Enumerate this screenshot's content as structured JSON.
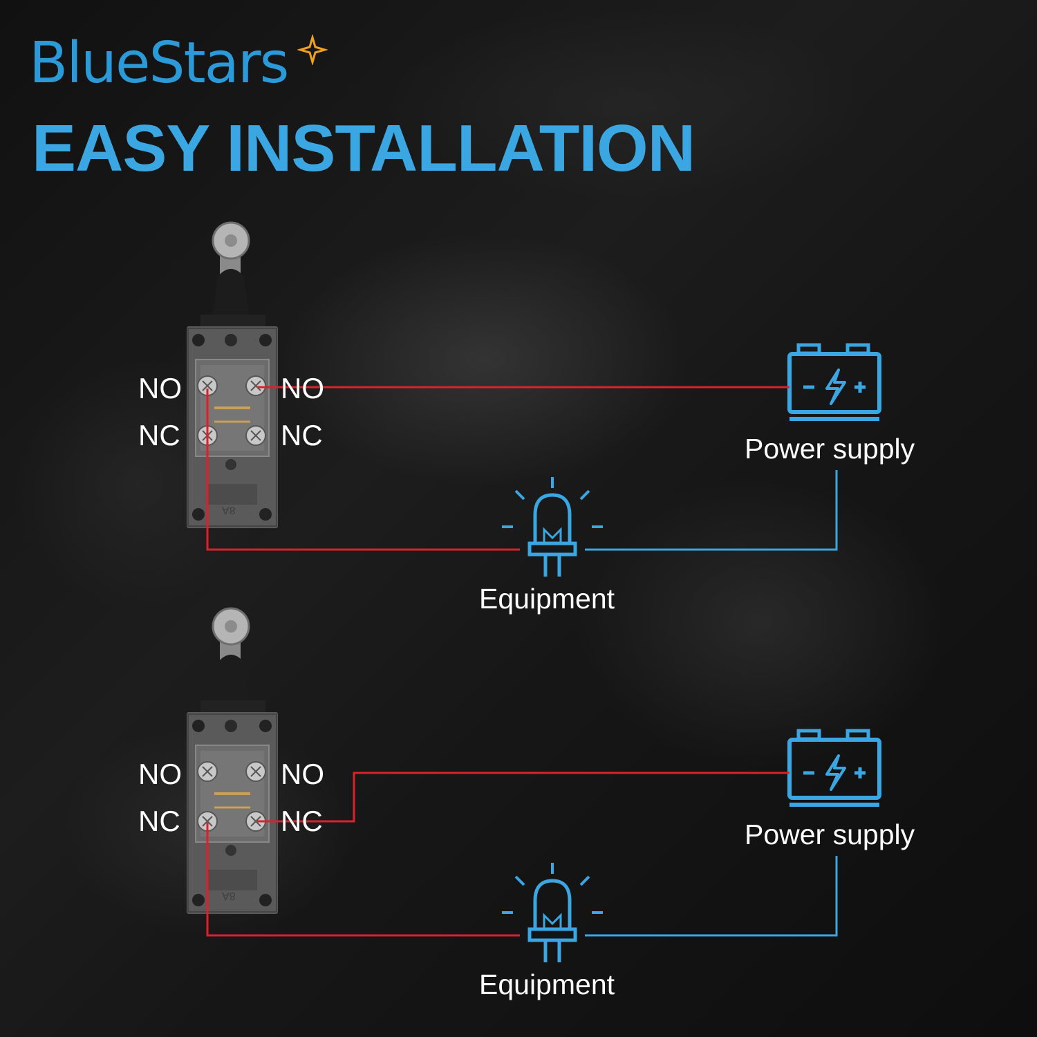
{
  "brand": {
    "name": "BlueStars"
  },
  "heading": "EASY INSTALLATION",
  "diagrams": [
    {
      "terminals": {
        "left_top": "NO",
        "left_bottom": "NC",
        "right_top": "NO",
        "right_bottom": "NC"
      },
      "power_label": "Power supply",
      "equipment_label": "Equipment",
      "switch_marking": "8A"
    },
    {
      "terminals": {
        "left_top": "NO",
        "left_bottom": "NC",
        "right_top": "NO",
        "right_bottom": "NC"
      },
      "power_label": "Power supply",
      "equipment_label": "Equipment",
      "switch_marking": "8A"
    }
  ],
  "colors": {
    "brand_blue": "#2b9ad8",
    "icon_blue": "#3aa6e2",
    "wire_red": "#d8232a",
    "wire_blue": "#3aa6e2",
    "star_orange": "#f0a11f"
  },
  "icons": [
    "star-icon",
    "battery-icon",
    "led-bulb-icon",
    "limit-switch-image"
  ]
}
